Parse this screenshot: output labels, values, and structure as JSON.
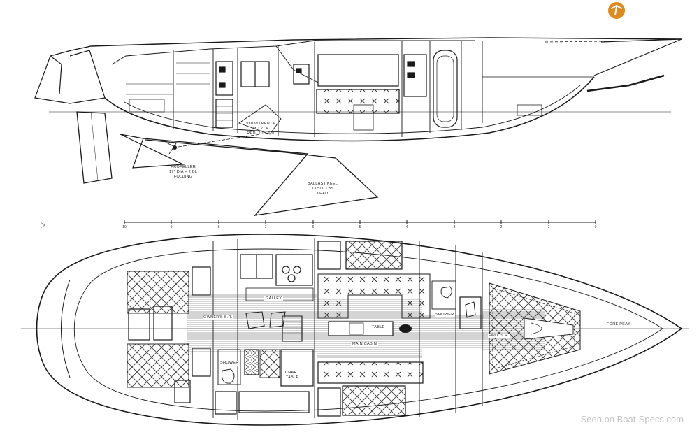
{
  "profile_labels": {
    "propeller": "PROPELLER\n17\" DIA × 2 BL\nFOLDING",
    "engine": "VOLVO PENTA\nMD 21A\nRED. 2.0 : 1.0",
    "ballast": "BALLAST KEEL\n13,500 LBS\nLEAD"
  },
  "scale_ticks": [
    "10",
    "9",
    "8",
    "7",
    "6",
    "5",
    "4",
    "3",
    "2",
    "1",
    "0"
  ],
  "plan_labels": {
    "galley": "GALLEY",
    "owners_sr": "OWNER'S S.R.",
    "table": "TABLE",
    "main_cabin": "MAIN CABIN",
    "shower_fwd": "SHOWER",
    "fwd_sr": "FWD. S.R.",
    "fore_peak": "FORE PEAK",
    "shower_aft": "SHOWER",
    "chart_table": "CHART\nTABLE"
  },
  "watermark": "Seen on Boat-Specs.com",
  "colors": {
    "line": "#1a1a1a",
    "watermark": "#c4c4c4",
    "logo": "#e08a1e"
  }
}
